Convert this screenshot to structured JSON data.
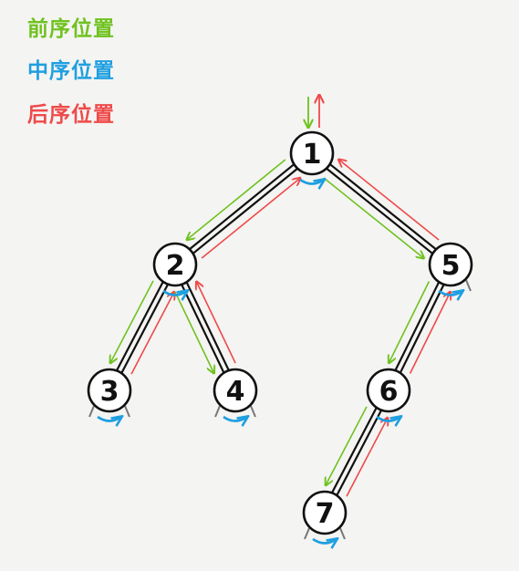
{
  "legend": {
    "preorder": "前序位置",
    "inorder": "中序位置",
    "postorder": "后序位置"
  },
  "colors": {
    "preorder": "#6fc21f",
    "inorder": "#1e9fe0",
    "postorder": "#ee4a4a",
    "edge": "#111111",
    "node_fill": "#ffffff"
  },
  "nodes": [
    {
      "id": "n1",
      "label": "1"
    },
    {
      "id": "n2",
      "label": "2"
    },
    {
      "id": "n3",
      "label": "3"
    },
    {
      "id": "n4",
      "label": "4"
    },
    {
      "id": "n5",
      "label": "5"
    },
    {
      "id": "n6",
      "label": "6"
    },
    {
      "id": "n7",
      "label": "7"
    }
  ],
  "edges": [
    {
      "from": "n1",
      "to": "n2"
    },
    {
      "from": "n1",
      "to": "n5"
    },
    {
      "from": "n2",
      "to": "n3"
    },
    {
      "from": "n2",
      "to": "n4"
    },
    {
      "from": "n5",
      "to": "n6"
    },
    {
      "from": "n6",
      "to": "n7"
    }
  ]
}
